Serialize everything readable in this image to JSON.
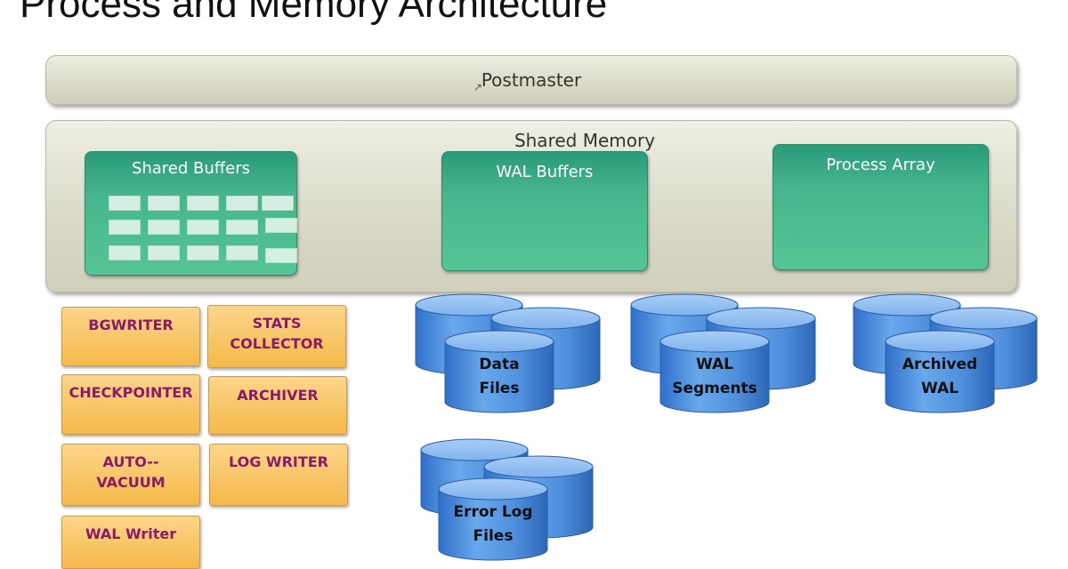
{
  "title": "Process and Memory Architecture",
  "postmaster": {
    "label": "Postmaster"
  },
  "shared_memory": {
    "label": "Shared Memory",
    "boxes": {
      "shared_buffers": "Shared Buffers",
      "wal_buffers": "WAL Buffers",
      "process_array": "Process Array"
    }
  },
  "processes": {
    "bgwriter": "BGWRITER",
    "stats_collector": [
      "STATS",
      "COLLECTOR"
    ],
    "checkpointer": "CHECKPOINTER",
    "archiver": "ARCHIVER",
    "autovacuum": [
      "AUTO--",
      "VACUUM"
    ],
    "log_writer": "LOG WRITER",
    "wal_writer": "WAL Writer"
  },
  "storage": {
    "data_files": [
      "Data",
      "Files"
    ],
    "wal_segments": [
      "WAL",
      "Segments"
    ],
    "archived_wal": [
      "Archived",
      "WAL"
    ],
    "error_log_files": [
      "Error Log",
      "Files"
    ]
  },
  "colors": {
    "process_text": "#8a1b6a",
    "green": "#45b68e",
    "process_fill": "#f7c25f",
    "cylinder": "#5f9ae0"
  }
}
